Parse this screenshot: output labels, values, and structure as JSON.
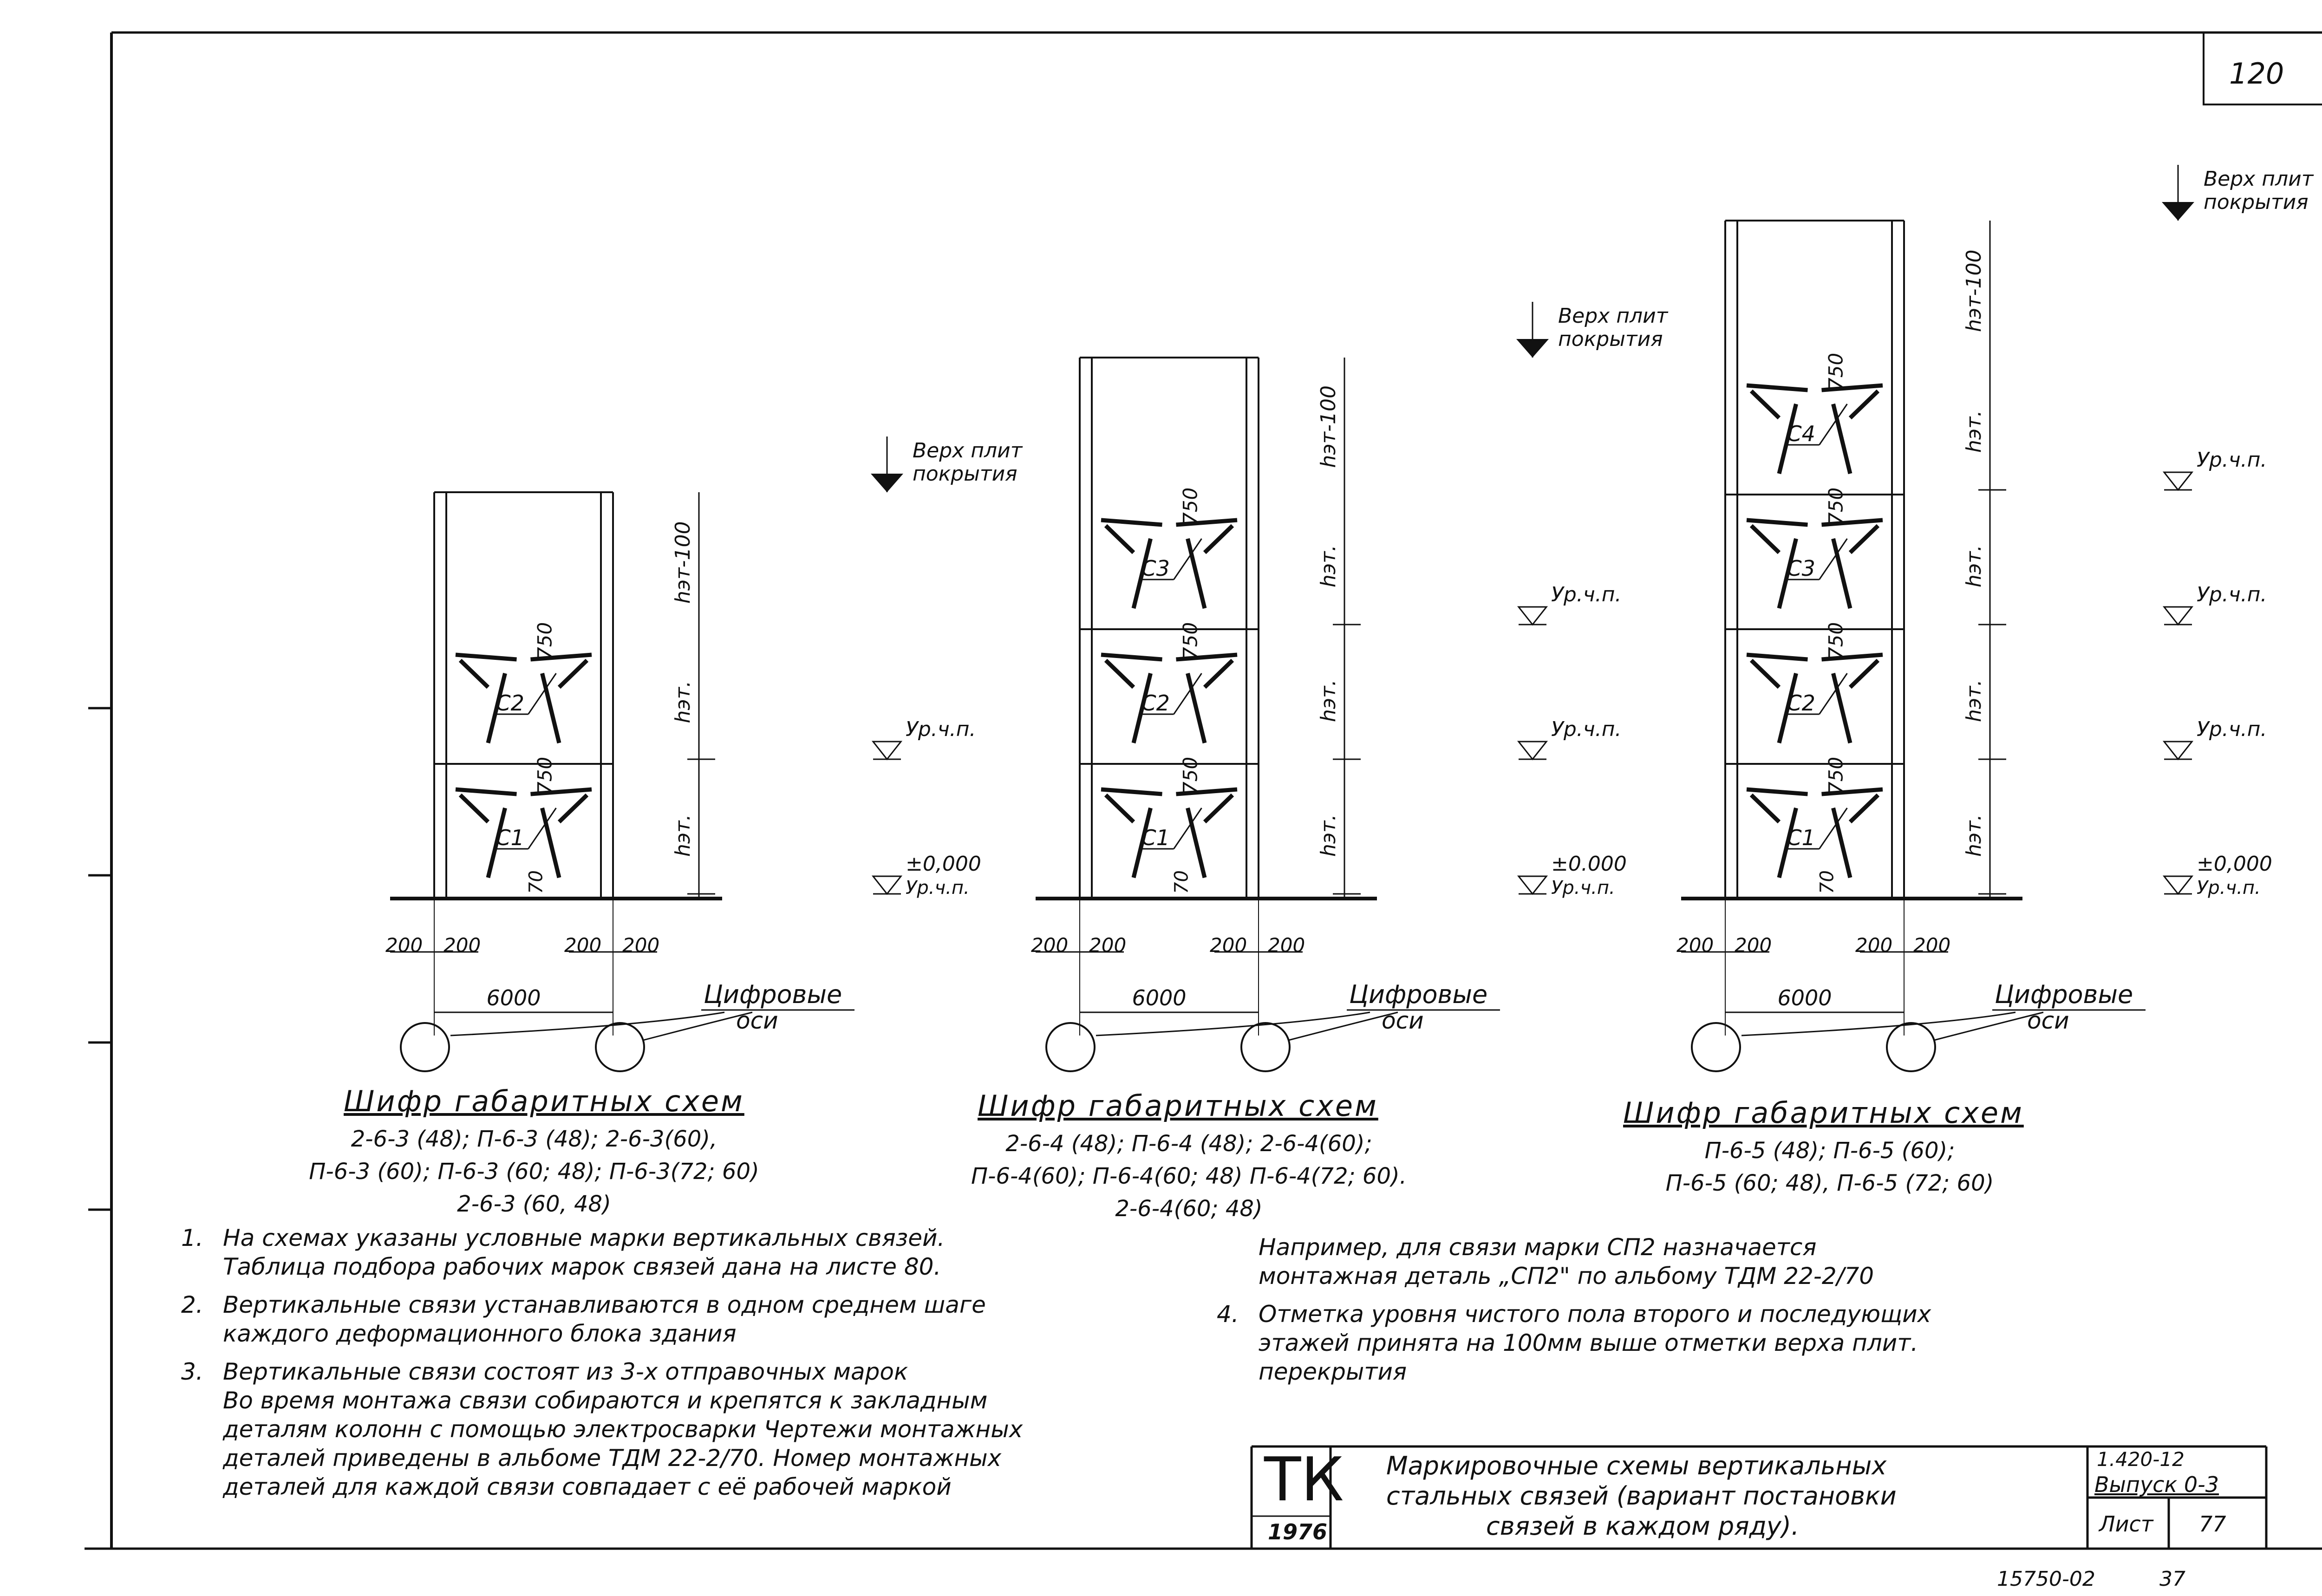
{
  "sheet": {
    "page_number": "120",
    "stamp_number": "15750-02",
    "sheet_seq": "37"
  },
  "schemes": [
    {
      "bays": [
        "С1",
        "С2"
      ],
      "roof_label": [
        "Верх плит",
        "покрытия"
      ],
      "floor_level_label": "Ур.ч.п.",
      "zero_level": "±0,000",
      "h_top": "hэт-100",
      "h_floor": "hэт.",
      "dim_750": "750",
      "dim_70": "70",
      "dim_200": "200",
      "dim_6000": "6000",
      "axes_label": [
        "Цифровые",
        "оси"
      ],
      "cipher_title": "Шифр габаритных схем",
      "cipher_lines": [
        "2-6-3 (48); П-6-3 (48); 2-6-3(60),",
        "П-6-3 (60); П-6-3 (60; 48); П-6-3(72; 60)",
        "2-6-3 (60, 48)"
      ]
    },
    {
      "bays": [
        "С1",
        "С2",
        "С3"
      ],
      "roof_label": [
        "Верх плит",
        "покрытия"
      ],
      "floor_level_label": "Ур.ч.п.",
      "zero_level": "±0.000",
      "h_top": "hэт-100",
      "h_floor": "hэт.",
      "dim_750": "750",
      "dim_70": "70",
      "dim_200": "200",
      "dim_6000": "6000",
      "axes_label": [
        "Цифровые",
        "оси"
      ],
      "cipher_title": "Шифр габаритных схем",
      "cipher_lines": [
        "2-6-4 (48); П-6-4 (48); 2-6-4(60);",
        "П-6-4(60); П-6-4(60; 48) П-6-4(72; 60).",
        "2-6-4(60; 48)"
      ]
    },
    {
      "bays": [
        "С1",
        "С2",
        "С3",
        "С4"
      ],
      "roof_label": [
        "Верх плит",
        "покрытия"
      ],
      "floor_level_label": "Ур.ч.п.",
      "zero_level": "±0,000",
      "h_top": "hэт-100",
      "h_floor": "hэт.",
      "dim_750": "750",
      "dim_70": "70",
      "dim_200": "200",
      "dim_6000": "6000",
      "axes_label": [
        "Цифровые",
        "оси"
      ],
      "cipher_title": "Шифр габаритных схем",
      "cipher_lines": [
        "П-6-5 (48); П-6-5 (60);",
        "П-6-5 (60; 48), П-6-5 (72; 60)"
      ]
    }
  ],
  "notes_left": [
    {
      "num": "1.",
      "lines": [
        "На схемах указаны условные марки вертикальных связей.",
        "Таблица подбора рабочих марок связей дана на листе 80."
      ]
    },
    {
      "num": "2.",
      "lines": [
        "Вертикальные связи устанавливаются в одном среднем шаге",
        "каждого деформационного блока здания"
      ]
    },
    {
      "num": "3.",
      "lines": [
        "Вертикальные связи состоят из 3-х отправочных марок",
        "Во время монтажа связи собираются и крепятся к закладным",
        "деталям колонн с помощью электросварки Чертежи монтажных",
        "деталей приведены в альбоме ТДМ 22-2/70. Номер монтажных",
        "деталей для каждой связи совпадает с её рабочей маркой"
      ]
    }
  ],
  "notes_right": [
    {
      "num": "",
      "lines": [
        "Например, для связи марки СП2 назначается",
        "монтажная деталь „СП2\" по альбому ТДМ 22-2/70"
      ]
    },
    {
      "num": "4.",
      "lines": [
        "Отметка уровня чистого пола второго и последующих",
        "этажей принята на 100мм выше отметки верха плит.",
        "перекрытия"
      ]
    }
  ],
  "title_block": {
    "org": "ТК",
    "year": "1976",
    "title_lines": [
      "Маркировочные схемы вертикальных",
      "стальных связей (вариант постановки",
      "связей в каждом ряду)."
    ],
    "series": "1.420-12",
    "issue": "Выпуск 0-3",
    "sheet_label": "Лист",
    "sheet_no": "77"
  }
}
